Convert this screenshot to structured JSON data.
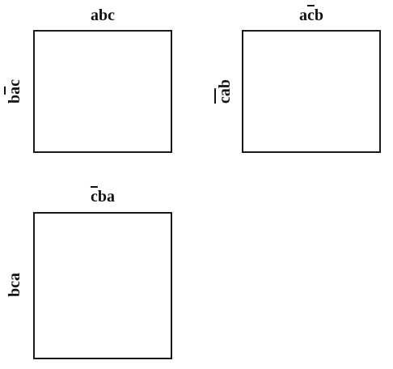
{
  "panels": [
    {
      "id": "top-left",
      "top_label": [
        {
          "text": "abc",
          "bar": false
        }
      ],
      "side_label": [
        {
          "text": "b",
          "bar": false
        },
        {
          "text": "a",
          "bar": true
        },
        {
          "text": "c",
          "bar": false
        }
      ]
    },
    {
      "id": "top-right",
      "top_label": [
        {
          "text": "a",
          "bar": false
        },
        {
          "text": "c",
          "bar": true
        },
        {
          "text": "b",
          "bar": false
        }
      ],
      "side_label": [
        {
          "text": "ca",
          "bar": true
        },
        {
          "text": "b",
          "bar": false
        }
      ]
    },
    {
      "id": "bottom-left",
      "top_label": [
        {
          "text": "c",
          "bar": true
        },
        {
          "text": "ba",
          "bar": false
        }
      ],
      "side_label": [
        {
          "text": "bca",
          "bar": false
        }
      ]
    }
  ]
}
